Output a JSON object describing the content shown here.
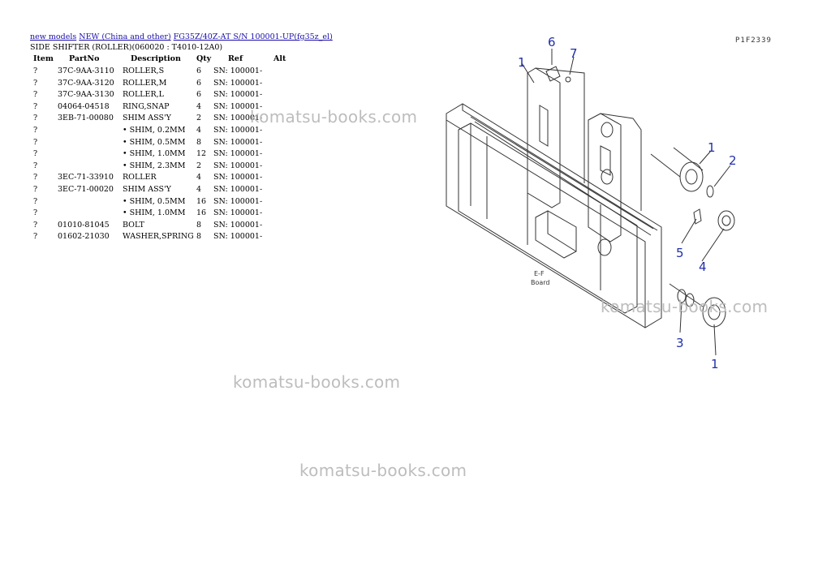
{
  "breadcrumb": {
    "link1": "new models",
    "link2": "NEW (China and other)",
    "link3": "FG35Z/40Z-AT S/N 100001-UP(fg35z_el)"
  },
  "subtitle": "SIDE SHIFTER (ROLLER)(060020 : T4010-12A0)",
  "table": {
    "headers": [
      "Item",
      "PartNo",
      "Description",
      "Qty",
      "Ref",
      "Alt"
    ],
    "rows": [
      {
        "item": "?",
        "part": "37C-9AA-3110",
        "desc": "ROLLER,S",
        "qty": "6",
        "ref": "SN: 100001-"
      },
      {
        "item": "?",
        "part": "37C-9AA-3120",
        "desc": "ROLLER,M",
        "qty": "6",
        "ref": "SN: 100001-"
      },
      {
        "item": "?",
        "part": "37C-9AA-3130",
        "desc": "ROLLER,L",
        "qty": "6",
        "ref": "SN: 100001-"
      },
      {
        "item": "?",
        "part": "04064-04518",
        "desc": "RING,SNAP",
        "qty": "4",
        "ref": "SN: 100001-"
      },
      {
        "item": "?",
        "part": "3EB-71-00080",
        "desc": "SHIM ASS'Y",
        "qty": "2",
        "ref": "SN: 100001-"
      },
      {
        "item": "?",
        "part": "",
        "desc": "• SHIM, 0.2MM",
        "qty": "4",
        "ref": "SN: 100001-"
      },
      {
        "item": "?",
        "part": "",
        "desc": "• SHIM, 0.5MM",
        "qty": "8",
        "ref": "SN: 100001-"
      },
      {
        "item": "?",
        "part": "",
        "desc": "• SHIM, 1.0MM",
        "qty": "12",
        "ref": "SN: 100001-"
      },
      {
        "item": "?",
        "part": "",
        "desc": "• SHIM, 2.3MM",
        "qty": "2",
        "ref": "SN: 100001-"
      },
      {
        "item": "?",
        "part": "3EC-71-33910",
        "desc": "ROLLER",
        "qty": "4",
        "ref": "SN: 100001-"
      },
      {
        "item": "?",
        "part": "3EC-71-00020",
        "desc": "SHIM ASS'Y",
        "qty": "4",
        "ref": "SN: 100001-"
      },
      {
        "item": "?",
        "part": "",
        "desc": "• SHIM, 0.5MM",
        "qty": "16",
        "ref": "SN: 100001-"
      },
      {
        "item": "?",
        "part": "",
        "desc": "• SHIM, 1.0MM",
        "qty": "16",
        "ref": "SN: 100001-"
      },
      {
        "item": "?",
        "part": "01010-81045",
        "desc": "BOLT",
        "qty": "8",
        "ref": "SN: 100001-"
      },
      {
        "item": "?",
        "part": "01602-21030",
        "desc": "WASHER,SPRING",
        "qty": "8",
        "ref": "SN: 100001-"
      }
    ]
  },
  "diagram": {
    "code": "P1F2339",
    "callouts": [
      "6",
      "7",
      "1",
      "1",
      "2",
      "5",
      "4",
      "3",
      "1"
    ],
    "board_label": [
      "E-F",
      "Board"
    ]
  },
  "watermarks": [
    "komatsu-books.com",
    "komatsu-books.com",
    "komatsu-books.com",
    "komatsu-books.com"
  ],
  "colors": {
    "link": "#1a0dab",
    "callout": "#1f2fa8",
    "watermark": "#bdbdbd"
  }
}
